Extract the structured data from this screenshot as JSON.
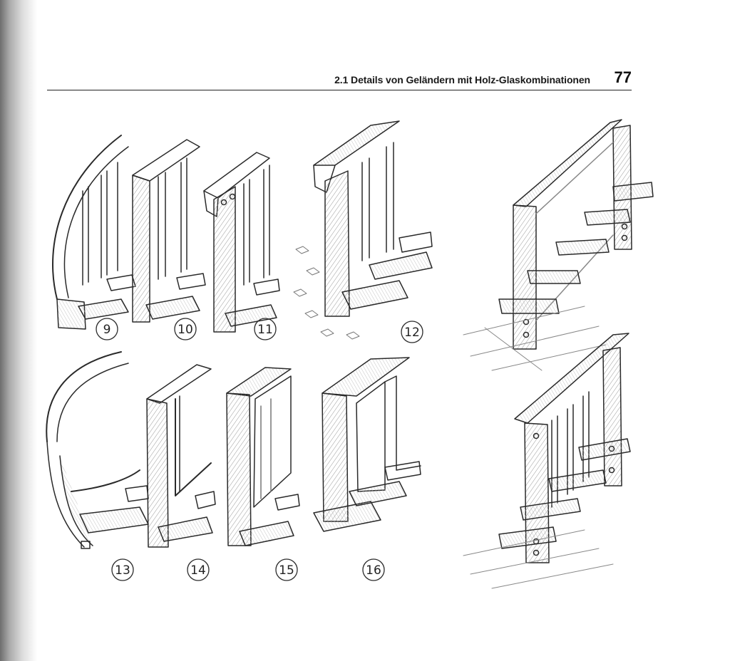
{
  "header": {
    "section_title": "2.1 Details von Geländern mit Holz-Glaskombinationen",
    "page_number": "77"
  },
  "figures": [
    {
      "label": "9"
    },
    {
      "label": "10"
    },
    {
      "label": "11"
    },
    {
      "label": "12"
    },
    {
      "label": "13"
    },
    {
      "label": "14"
    },
    {
      "label": "15"
    },
    {
      "label": "16"
    }
  ]
}
